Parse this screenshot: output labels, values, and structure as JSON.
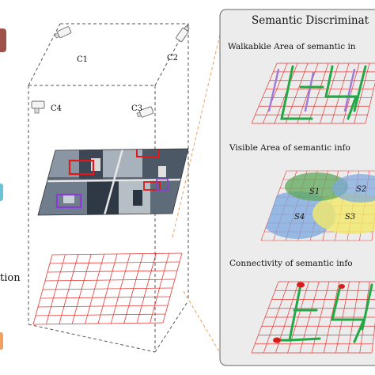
{
  "left_fragments": {
    "label_tion": "tion"
  },
  "cameras": [
    {
      "id": "C1"
    },
    {
      "id": "C2"
    },
    {
      "id": "C4"
    },
    {
      "id": "C3"
    }
  ],
  "panel": {
    "title": "Semantic Discriminat",
    "sections": [
      {
        "heading": "Walkabkle Area of semantic in"
      },
      {
        "heading": "Visible Area of semantic info"
      },
      {
        "heading": "Connectivity of semantic info"
      }
    ],
    "regions": [
      "S1",
      "S2",
      "S3",
      "S4"
    ]
  },
  "colors": {
    "grid": "#e53935",
    "walk_green": "#22a845",
    "walk_purple": "#a07ad8",
    "panel_bg": "#ececec",
    "left_tab_top": "#a0524a",
    "left_tab_mid": "#6cc3d5",
    "left_tab_bottom": "#f0a060",
    "region_green": "#5fa85c",
    "region_blue": "#7aa8e0",
    "region_yellow": "#f2ea6a",
    "node_red": "#d81b1b",
    "connector": "#e8a060"
  },
  "icons": [
    "camera-icon"
  ]
}
